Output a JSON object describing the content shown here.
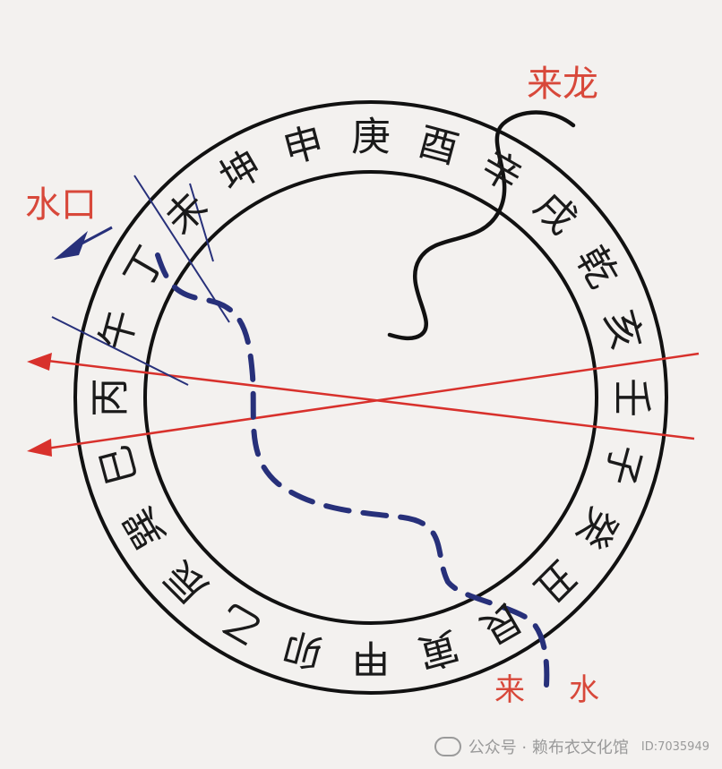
{
  "diagram": {
    "ring_characters": [
      "巽",
      "巳",
      "丙",
      "午",
      "丁",
      "未",
      "坤",
      "申",
      "庚",
      "酉",
      "辛",
      "戌",
      "乾",
      "亥",
      "壬",
      "子",
      "癸",
      "丑",
      "艮",
      "寅",
      "甲",
      "卯",
      "乙",
      "辰"
    ],
    "labels": {
      "dragon": "来龙",
      "water_exit": "水口",
      "incoming_water_left": "来",
      "incoming_water_right": "水"
    },
    "colors": {
      "ring": "#111111",
      "dragon_line": "#111111",
      "red_lines": "#d8312c",
      "red_text": "#d8483a",
      "blue_lines": "#27307a",
      "background": "#f3f1ef"
    }
  },
  "watermark": {
    "text": "公众号 · 赖布衣文化馆",
    "id": "ID:7035949"
  }
}
